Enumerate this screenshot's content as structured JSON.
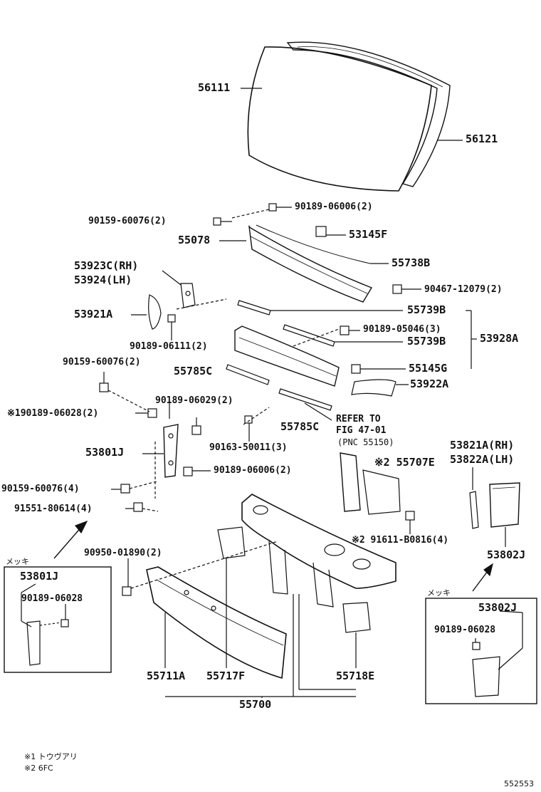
{
  "labels": {
    "p56111": "56111",
    "p56121": "56121",
    "p90159_60076_2": "90159-60076(2)",
    "p90189_06006_2": "90189-06006(2)",
    "p55078": "55078",
    "p53145f": "53145F",
    "p55738b": "55738B",
    "p53923c": "53923C(RH)",
    "p53924": "53924(LH)",
    "p90467": "90467-12079(2)",
    "p53921a": "53921A",
    "p55739b_1": "55739B",
    "p90189_06111": "90189-06111(2)",
    "p90189_05046": "90189-05046(3)",
    "p55739b_2": "55739B",
    "p53928a": "53928A",
    "p90159_60076_2b": "90159-60076(2)",
    "p55785c_1": "55785C",
    "p55145g": "55145G",
    "p53922a": "53922A",
    "p90189_06029": "90189-06029(2)",
    "p90189_06028_2": "※190189-06028(2)",
    "p55785c_2": "55785C",
    "refer1": "REFER TO",
    "refer2": "FIG 47-01",
    "refer3": "(PNC 55150)",
    "p53801j": "53801J",
    "p90163": "90163-50011(3)",
    "p55707e": "※2 55707E",
    "p53821a": "53821A(RH)",
    "p53822a": "53822A(LH)",
    "p90159_60076_4": "90159-60076(4)",
    "p90189_06006_2b": "90189-06006(2)",
    "p91551": "91551-80614(4)",
    "p91611": "※2 91611-B0816(4)",
    "p53802j": "53802J",
    "p90950": "90950-01890(2)",
    "p55711a": "55711A",
    "p55717f": "55717F",
    "p55718e": "55718E",
    "p55700": "55700"
  },
  "inset_left": {
    "tag": "メッキ",
    "part_a": "53801J",
    "part_b": "90189-06028"
  },
  "inset_right": {
    "tag": "メッキ",
    "part_a": "53802J",
    "part_b": "90189-06028"
  },
  "footnotes": {
    "note1": "※1 トウヴアリ",
    "note2": "※2 6FC"
  },
  "figure_id": "552553"
}
